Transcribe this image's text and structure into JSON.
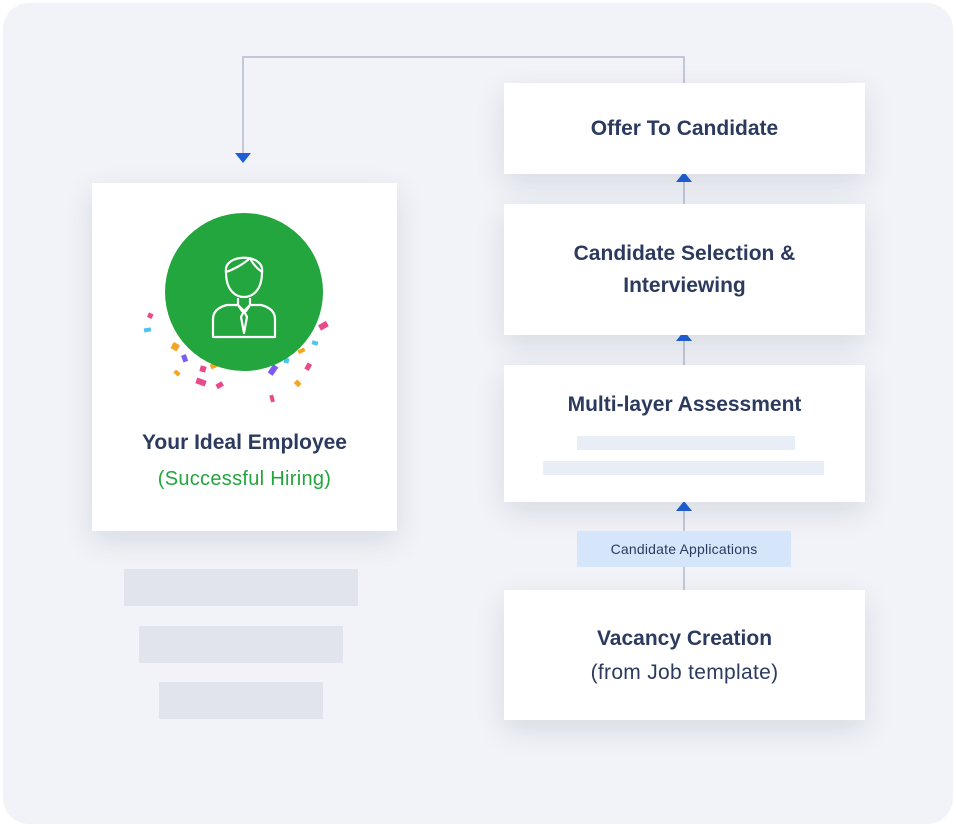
{
  "employee": {
    "title": "Your Ideal Employee",
    "subtitle": "(Successful Hiring)",
    "avatar_icon": "employee-person-icon",
    "accent_color": "#22a63d"
  },
  "steps": {
    "offer": {
      "title": "Offer To Candidate"
    },
    "selection": {
      "title_line1": "Candidate Selection &",
      "title_line2": "Interviewing"
    },
    "assessment": {
      "title": "Multi-layer Assessment"
    },
    "applications": {
      "label": "Candidate Applications"
    },
    "vacancy": {
      "title": "Vacancy Creation",
      "subtitle": "(from Job template)"
    }
  },
  "colors": {
    "title_text": "#2b3a5e",
    "connector_line": "#c3c8d8",
    "arrow": "#1f5fd6",
    "badge_bg": "#d5e6fb",
    "background": "#f2f3f8"
  }
}
